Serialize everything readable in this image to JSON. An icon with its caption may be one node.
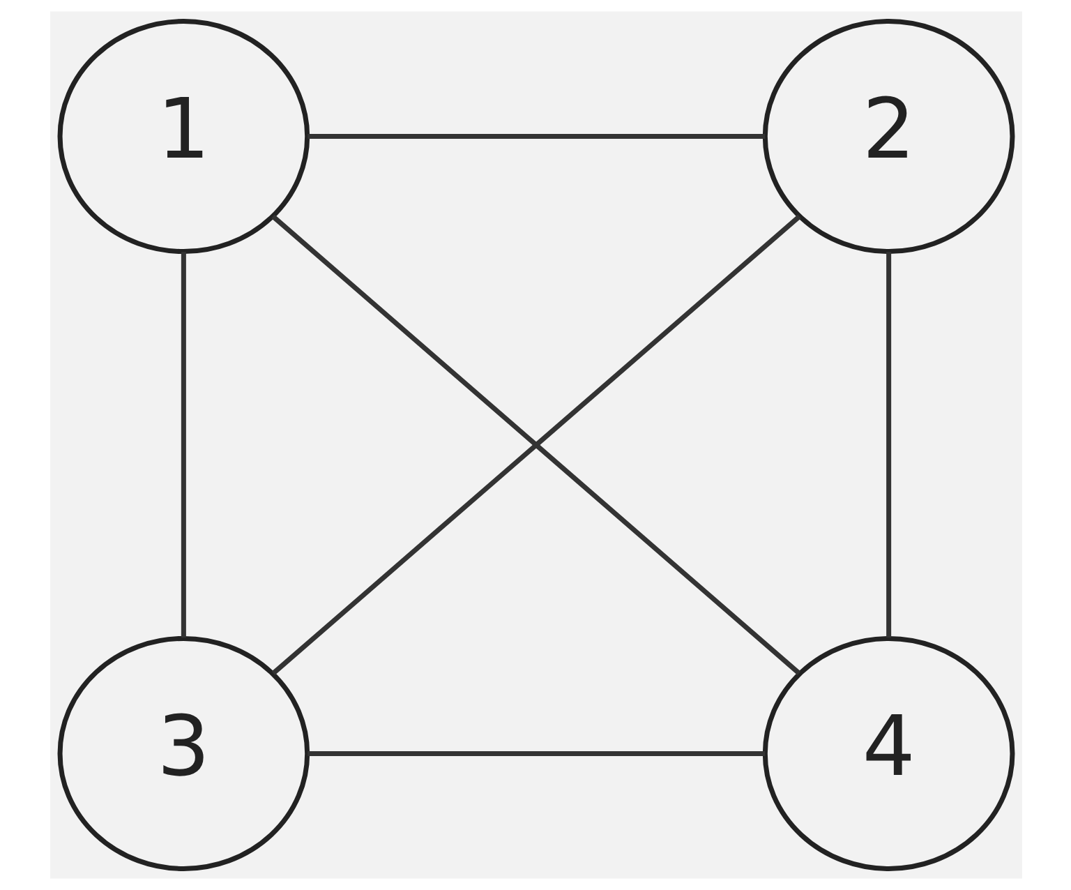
{
  "diagram": {
    "nodes": [
      {
        "text": [
          "1"
        ]
      },
      {
        "text": [
          "2"
        ]
      },
      {
        "text": [
          "3"
        ]
      },
      {
        "text": [
          "4"
        ]
      }
    ],
    "edges": [
      {
        "from": 0,
        "to": 1,
        "arrow": "none"
      },
      {
        "from": 0,
        "to": 2,
        "arrow": "none"
      },
      {
        "from": 0,
        "to": 3,
        "arrow": "none"
      },
      {
        "from": 1,
        "to": 2,
        "arrow": "none"
      },
      {
        "from": 1,
        "to": 3,
        "arrow": "none"
      },
      {
        "from": 2,
        "to": 3,
        "arrow": "none"
      }
    ]
  }
}
